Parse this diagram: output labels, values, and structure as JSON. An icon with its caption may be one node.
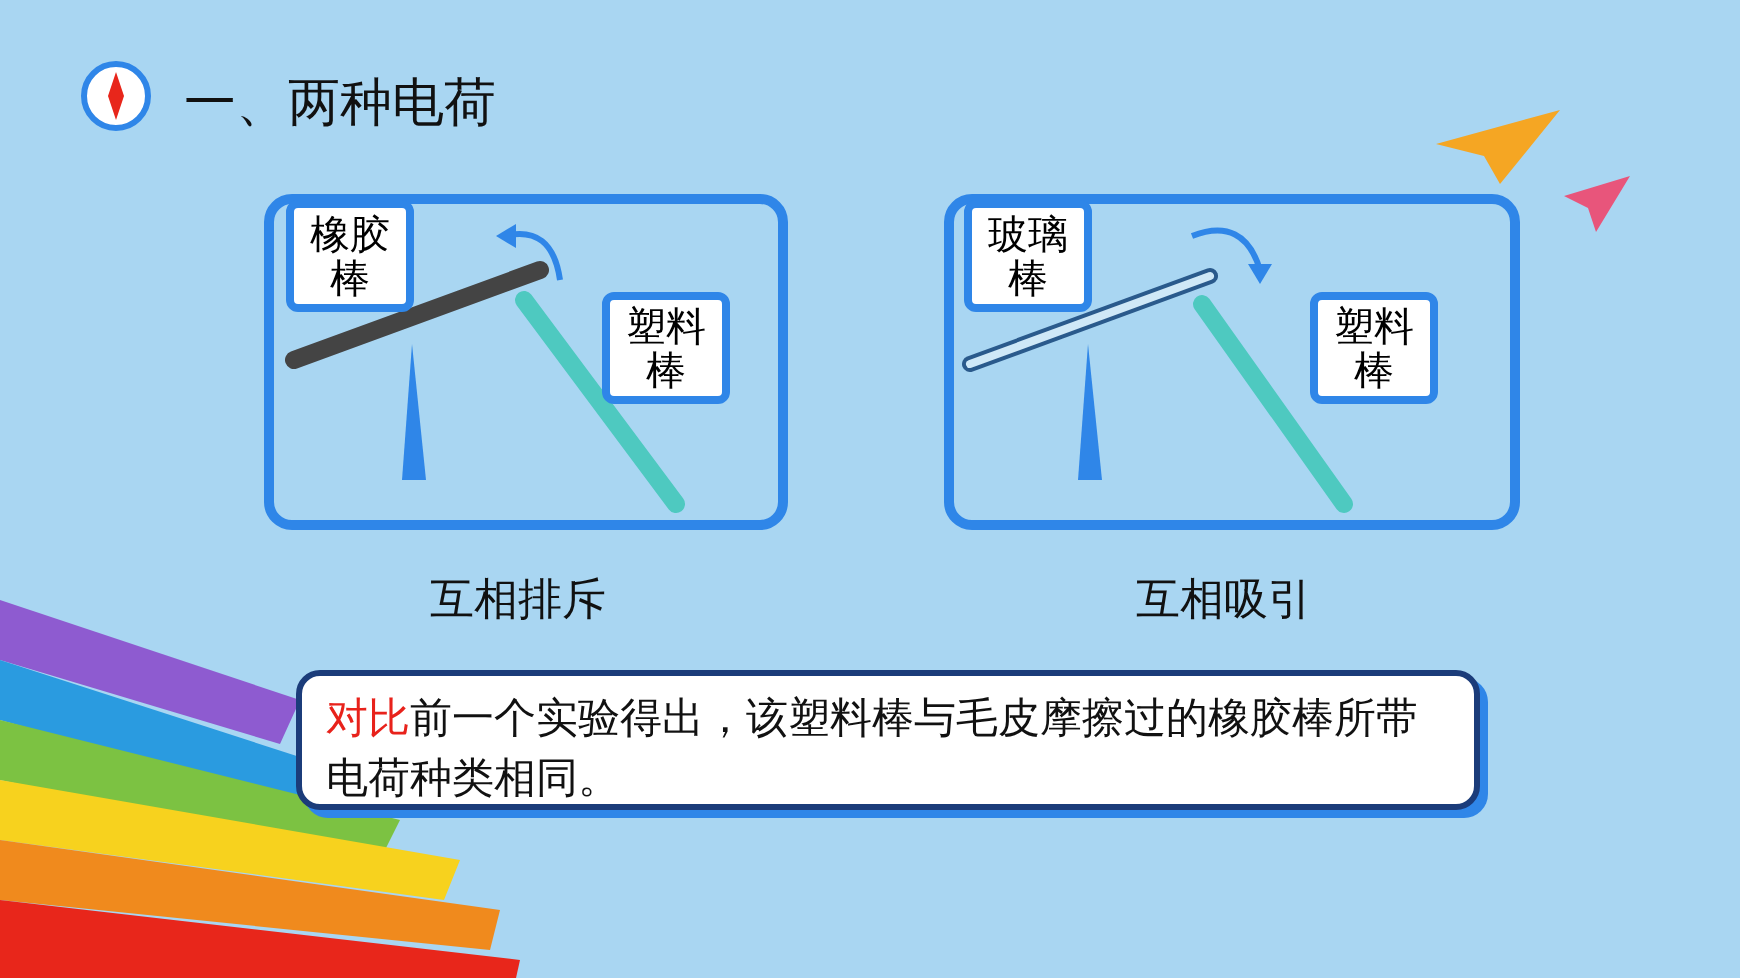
{
  "diagram": {
    "title": "一、两种电荷",
    "nodes": [
      {
        "text": [],
        "shape": "box",
        "beside": [
          "互相排斥"
        ]
      },
      {
        "text": [
          "橡胶棒"
        ],
        "in": 0
      },
      {
        "text": [
          "塑料棒"
        ],
        "in": 0
      },
      {
        "text": [],
        "shape": "box",
        "beside": [
          "互相吸引"
        ]
      },
      {
        "text": [
          "玻璃棒"
        ],
        "in": 3
      },
      {
        "text": [
          "塑料棒"
        ],
        "in": 3
      },
      {
        "text": [
          "**对比**前一个实验得出，该塑料棒与毛皮摩擦过的橡胶棒所带电荷种类相同。"
        ]
      }
    ],
    "edges": []
  }
}
